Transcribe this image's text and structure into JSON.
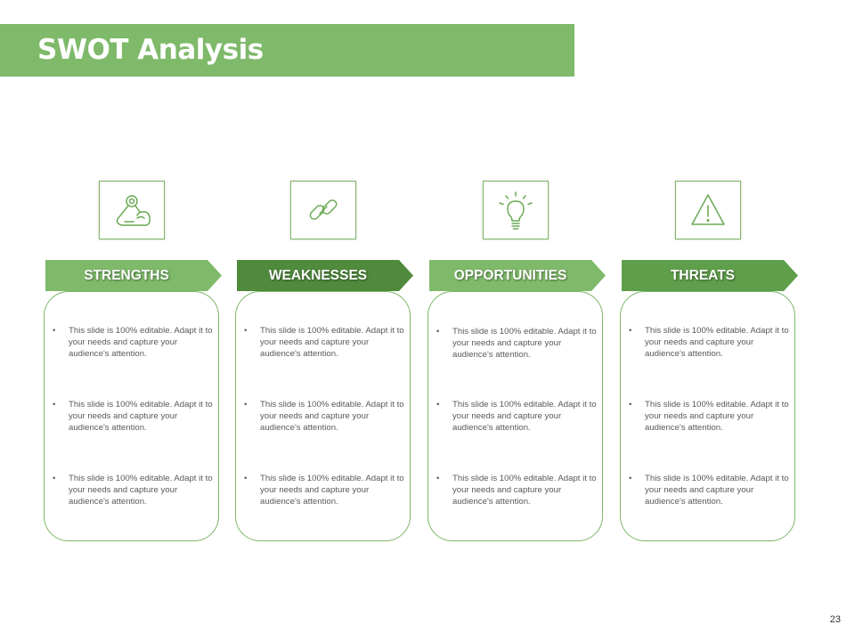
{
  "title": "SWOT Analysis",
  "page_number": "23",
  "bullet_char": "•",
  "colors": {
    "title_bar": "#7fb96a",
    "banner_strengths": "#7fb96a",
    "banner_weaknesses": "#4f8a3d",
    "banner_opportunities": "#7fb96a",
    "banner_threats": "#5f9e4a",
    "outline": "#7cb66a"
  },
  "columns": [
    {
      "heading": "STRENGTHS",
      "icon": "flexed-arm-icon",
      "bullets": [
        "This slide is 100% editable. Adapt it to your needs and capture your audience's attention.",
        "This slide is 100% editable. Adapt it to your needs and capture your audience's attention.",
        "This slide is 100% editable. Adapt it to your needs and capture your audience's attention."
      ]
    },
    {
      "heading": "WEAKNESSES",
      "icon": "broken-link-icon",
      "bullets": [
        "This slide is 100% editable. Adapt it to your needs and capture your audience's attention.",
        "This slide is 100% editable. Adapt it to your needs and capture your audience's attention.",
        "This slide is 100% editable. Adapt it to your needs and capture your audience's attention."
      ]
    },
    {
      "heading": "OPPORTUNITIES",
      "icon": "lightbulb-icon",
      "bullets": [
        "This slide is 100% editable. Adapt it to your needs and capture your audience's attention.",
        "This slide is 100% editable. Adapt it to your needs and capture your audience's attention.",
        "This slide is 100% editable. Adapt it to your needs and capture your audience's attention."
      ]
    },
    {
      "heading": "THREATS",
      "icon": "warning-triangle-icon",
      "bullets": [
        "This slide is 100% editable. Adapt it to your needs and capture your audience's attention.",
        "This slide is 100% editable. Adapt it to your needs and capture your audience's attention.",
        "This slide is 100% editable. Adapt it to your needs and capture your audience's attention."
      ]
    }
  ]
}
